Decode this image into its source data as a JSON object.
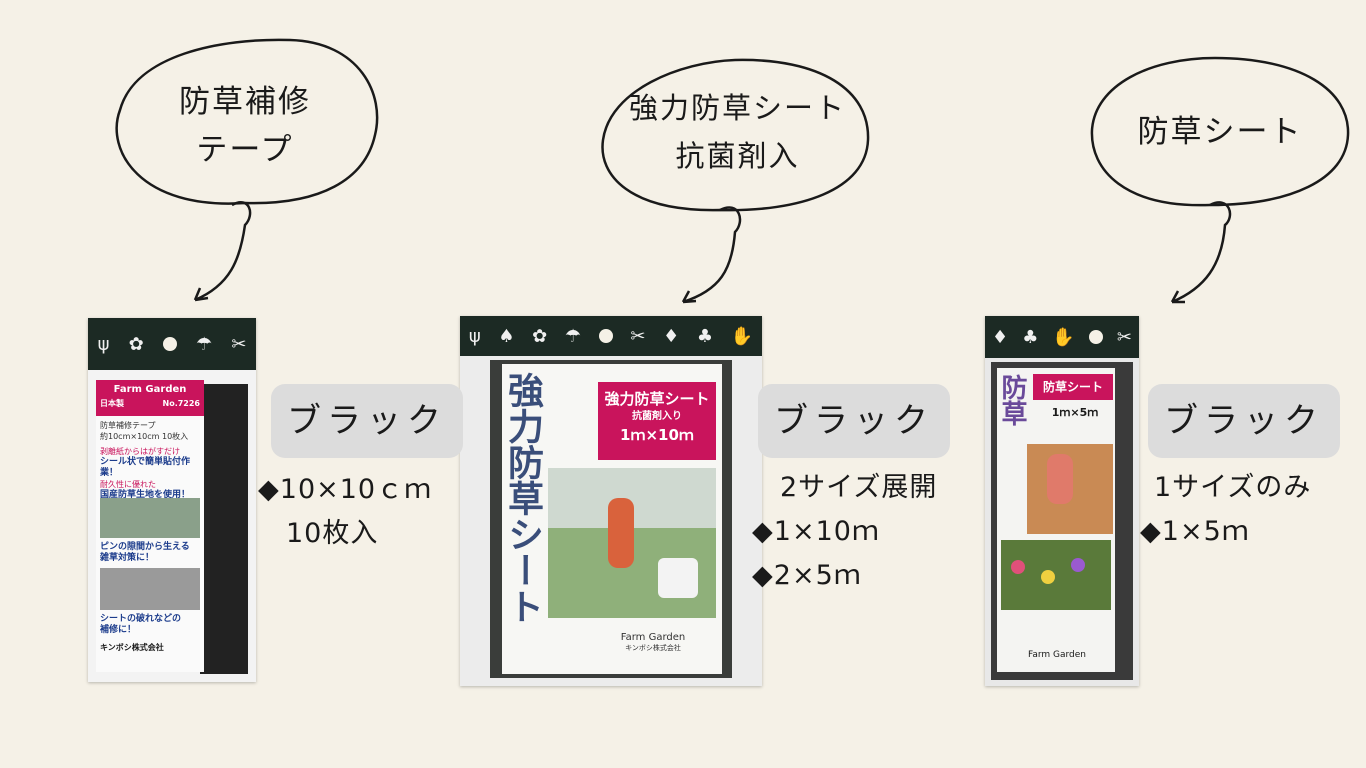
{
  "products": [
    {
      "bubble_line1": "防草補修",
      "bubble_line2": "テープ",
      "color": "ブラック",
      "spec_line1": "◆10×10ｃｍ",
      "spec_line2": "10枚入",
      "package": {
        "brand": "Farm Garden",
        "origin": "日本製",
        "model": "No.7226",
        "name": "防草補修テープ",
        "size_count": "約10cm×10cm 10枚入",
        "copy1": "剥離紙からはがすだけ",
        "copy2": "シール状で簡単貼付作業！",
        "copy3": "耐久性に優れた",
        "copy4": "国産防草生地を使用！",
        "copy5": "ピンの隙間から生える",
        "copy6": "雑草対策に！",
        "copy7": "シートの破れなどの",
        "copy8": "補修に！",
        "maker": "キンボシ株式会社"
      }
    },
    {
      "bubble_line1": "強力防草シート",
      "bubble_line2": "抗菌剤入",
      "color": "ブラック",
      "spec_line1": "2サイズ展開",
      "spec_line2": "◆1×10ｍ",
      "spec_line3": "◆2×5ｍ",
      "package": {
        "title": "強力防草シート",
        "subtitle": "抗菌剤入り",
        "size": "1ｍ×10ｍ",
        "big_text": "強力防草シート",
        "brand": "Farm Garden",
        "maker": "キンボシ株式会社"
      }
    },
    {
      "bubble_line1": "防草シート",
      "color": "ブラック",
      "spec_line1": "1サイズのみ",
      "spec_line2": "◆1×5ｍ",
      "package": {
        "title": "防草シート",
        "size": "1ｍ×5ｍ",
        "big_text": "防草",
        "brand": "Farm Garden"
      }
    }
  ],
  "colors": {
    "background": "#f5f1e7",
    "pill": "#dcdcdc",
    "header": "#1c2a24",
    "label": "#c9145c"
  }
}
